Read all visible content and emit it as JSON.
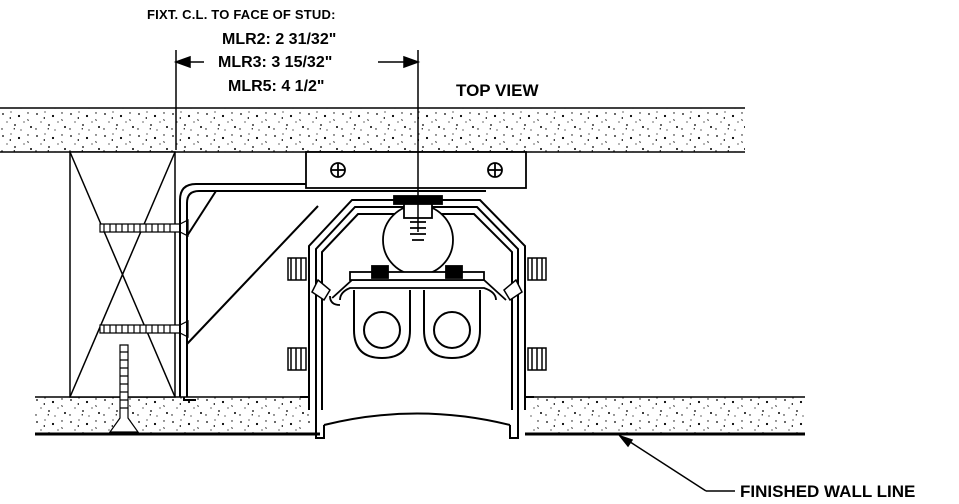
{
  "header": {
    "dimension_title": "FIXT. C.L. TO FACE OF STUD:",
    "dimensions": [
      {
        "model": "MLR2",
        "value": "2 31/32\"",
        "text": "MLR2: 2 31/32\""
      },
      {
        "model": "MLR3",
        "value": "3 15/32\"",
        "text": "MLR3: 3 15/32\""
      },
      {
        "model": "MLR5",
        "value": "4 1/2\"",
        "text": "MLR5: 4 1/2\""
      }
    ],
    "view_label": "TOP VIEW"
  },
  "callouts": {
    "finished_wall_line": "FINISHED WALL LINE"
  },
  "colors": {
    "line": "#000000",
    "background": "#ffffff"
  }
}
